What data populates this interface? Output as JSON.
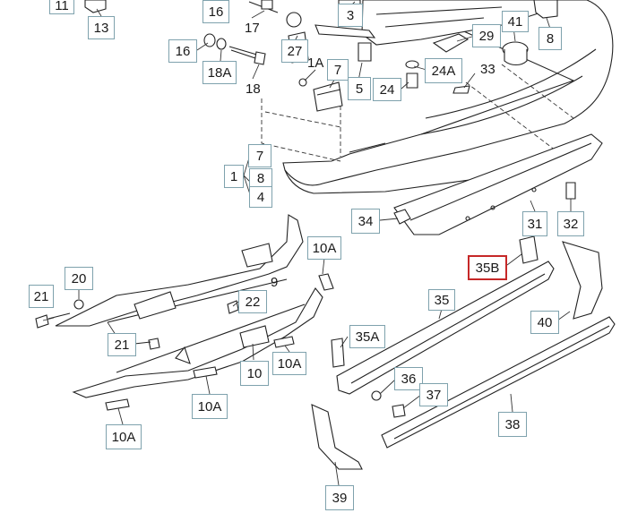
{
  "diagram": {
    "callouts": {
      "c11": "11",
      "c13": "13",
      "c16a": "16",
      "c17": "17",
      "c3": "3",
      "c41": "41",
      "c29": "29",
      "c8": "8",
      "c16b": "16",
      "c18A": "18A",
      "c18": "18",
      "c27": "27",
      "c1A": "1A",
      "c7a": "7",
      "c5": "5",
      "c24A": "24A",
      "c33": "33",
      "c24": "24",
      "c7b": "7",
      "c1": "1",
      "c8b": "8",
      "c4": "4",
      "c34": "34",
      "c31": "31",
      "c32": "32",
      "c10A_a": "10A",
      "c35B": "35B",
      "c20": "20",
      "c21a": "21",
      "c22": "22",
      "c9": "9",
      "c35": "35",
      "c40": "40",
      "c21b": "21",
      "c35A": "35A",
      "c10": "10",
      "c10A_b": "10A",
      "c36": "36",
      "c37": "37",
      "c10A_c": "10A",
      "c38": "38",
      "c10A_d": "10A",
      "c39": "39"
    },
    "highlight_color": "#c62828",
    "box_color": "#7fa2ad"
  }
}
